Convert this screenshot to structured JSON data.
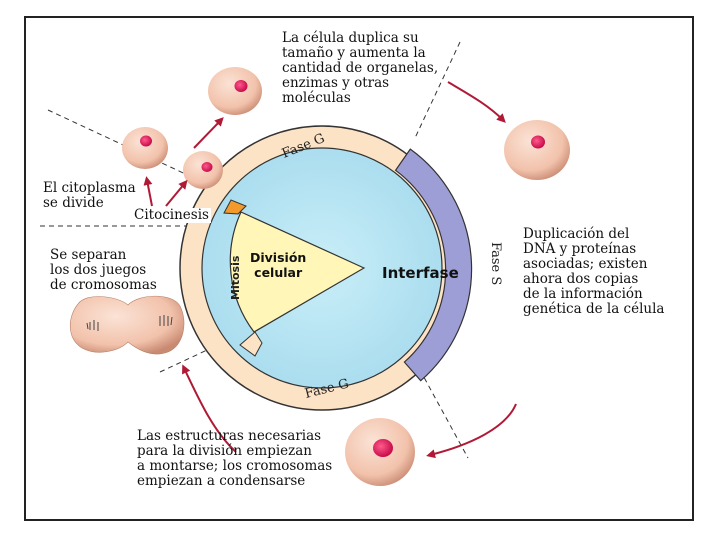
{
  "labels": {
    "top_growth": "La célula duplica su\ntamaño y aumenta la\ncantidad de organelas,\nenzimas y otras\nmoléculas",
    "dna_duplication": "Duplicación del\nDNA y proteínas\nasociadas; existen\nahora dos copias\nde la información\ngenética de la célula",
    "bottom_preparation": "Las estructuras necesarias\npara la división empiezan\na montarse; los cromosomas\nempiezan a condensarse",
    "cytoplasm_divides": "El citoplasma\nse divide",
    "chromosomes_separate": "Se separan\nlos dos juegos\nde cromosomas",
    "cytokinesis": "Citocinesis",
    "mitosis": "Mitosis",
    "cell_division": "División\ncelular",
    "interphase": "Interfase",
    "phase_g_top": "Fase G",
    "phase_g_bottom": "Fase G",
    "phase_s": "Fase S"
  },
  "colors": {
    "interphase_fill": "#b9e6f3",
    "g_band": "#fce3c6",
    "s_band": "#9e9ed6",
    "mitosis_band": "#f39a2c",
    "division_wedge": "#fff6b8",
    "cell_body": "#f4c9b5",
    "nucleus": "#e0155a",
    "arrow": "#b01a36"
  }
}
